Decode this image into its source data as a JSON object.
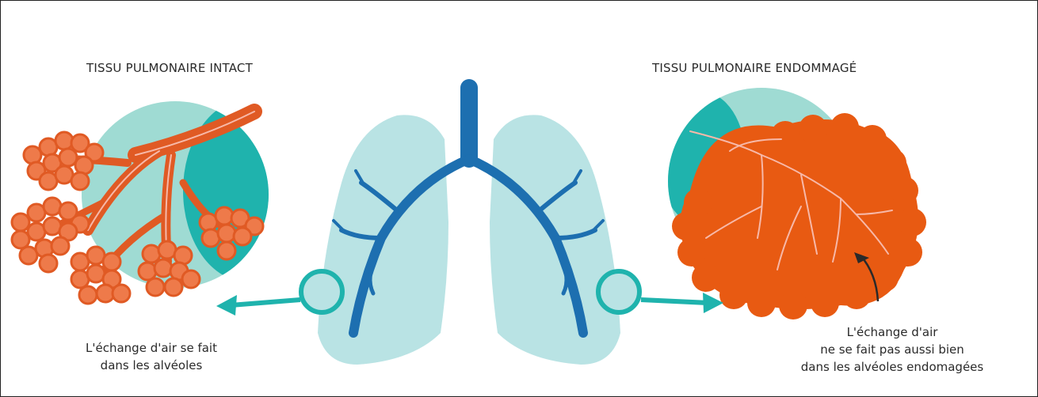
{
  "figure": {
    "left_title": "TISSU PULMONAIRE INTACT",
    "right_title": "TISSU PULMONAIRE ENDOMMAGÉ",
    "left_caption_lines": [
      "L'échange d'air se fait",
      "dans les alvéoles"
    ],
    "right_caption_lines": [
      "L'échange d'air",
      "ne se fait pas aussi bien",
      "dans les alvéoles endomagées"
    ]
  },
  "colors": {
    "lung_fill": "#b9e3e4",
    "bronchi": "#1d6fb0",
    "teal": "#1fb3ad",
    "teal_light": "#9fdbd3",
    "alveoli": "#ee7a4a",
    "alveoli_dark": "#e05a24",
    "tissue_damaged": "#e85a12",
    "vessel_pink": "#f7b8a8"
  }
}
